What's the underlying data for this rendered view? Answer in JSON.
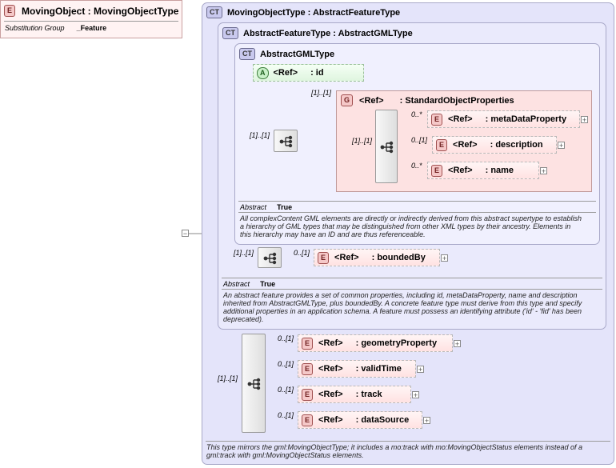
{
  "root": {
    "badge": "E",
    "label": "MovingObject : MovingObjectType",
    "sub_key": "Substitution Group",
    "sub_val": "_Feature"
  },
  "ct1": {
    "badge": "CT",
    "title": "MovingObjectType : AbstractFeatureType",
    "note": "This type mirrors the gml:MovingObjectType; it includes a mo:track with mo:MovingObjectStatus elements instead of a gml:track with gml:MovingObjectStatus elements."
  },
  "ct2": {
    "badge": "CT",
    "title": "AbstractFeatureType : AbstractGMLType",
    "abstract_key": "Abstract",
    "abstract_val": "True",
    "doc": "An abstract feature provides a set of common properties, including id, metaDataProperty, name and description inherited from AbstractGMLType, plus boundedBy.    A concrete feature type must derive from this type and specify additional  properties in an application schema. A feature must possess an identifying attribute ('id' - 'fid' has been deprecated)."
  },
  "ct3": {
    "badge": "CT",
    "title": "AbstractGMLType",
    "abstract_key": "Abstract",
    "abstract_val": "True",
    "doc": "All complexContent GML elements are directly or indirectly derived from this abstract supertype to establish a hierarchy of GML types that may be distinguished from other XML types by their ancestry. Elements in this hierarchy may have an ID and are thus referenceable."
  },
  "attr_id": {
    "badge": "A",
    "ref": "<Ref>",
    "name": ": id"
  },
  "group": {
    "badge": "G",
    "ref": "<Ref>",
    "name": ": StandardObjectProperties",
    "card": "[1]..[1]",
    "seq_card": "[1]..[1]",
    "items": [
      {
        "badge": "E",
        "ref": "<Ref>",
        "name": ": metaDataProperty",
        "card": "0..*"
      },
      {
        "badge": "E",
        "ref": "<Ref>",
        "name": ": description",
        "card": "0..[1]"
      },
      {
        "badge": "E",
        "ref": "<Ref>",
        "name": ": name",
        "card": "0..*"
      }
    ]
  },
  "seq_ct3_card": "[1]..[1]",
  "seq_ct2_card": "[1]..[1]",
  "boundedby": {
    "badge": "E",
    "ref": "<Ref>",
    "name": ": boundedBy",
    "card": "0..[1]"
  },
  "seq_ct1_card": "[1]..[1]",
  "ct1_items": [
    {
      "badge": "E",
      "ref": "<Ref>",
      "name": ": geometryProperty",
      "card": "0..[1]"
    },
    {
      "badge": "E",
      "ref": "<Ref>",
      "name": ": validTime",
      "card": "0..[1]"
    },
    {
      "badge": "E",
      "ref": "<Ref>",
      "name": ": track",
      "card": "0..[1]"
    },
    {
      "badge": "E",
      "ref": "<Ref>",
      "name": ": dataSource",
      "card": "0..[1]"
    }
  ],
  "expand_symbol": "+",
  "collapse_symbol": "−"
}
